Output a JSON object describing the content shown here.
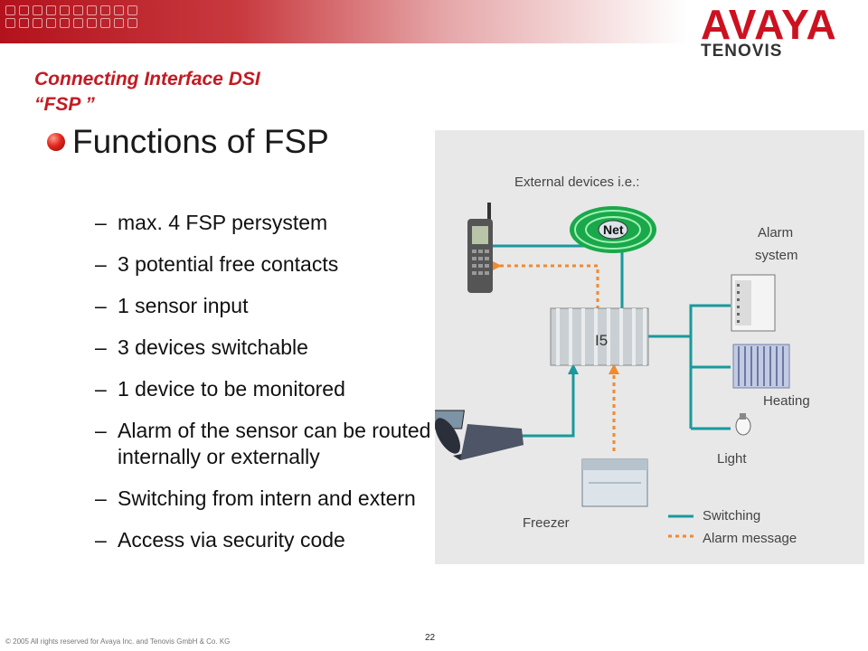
{
  "header": {
    "logo_main": "AVAYA",
    "logo_sub": "TENOVIS",
    "title_line1": "Connecting Interface DSI",
    "title_line2": "“FSP ”"
  },
  "section": {
    "heading": "Functions of FSP",
    "items": [
      "max. 4 FSP persystem",
      "3 potential free contacts",
      "1 sensor input",
      "3 devices switchable",
      "1 device to be monitored",
      "Alarm of the sensor can be routed     internally or externally",
      "Switching from intern and extern",
      "Access via security code"
    ]
  },
  "diagram": {
    "external_label": "External devices i.e.:",
    "net_label": "Net",
    "box_label": "I5",
    "alarm_label_1": "Alarm",
    "alarm_label_2": "system",
    "heating_label": "Heating",
    "light_label": "Light",
    "freezer_label": "Freezer",
    "legend_switching": "Switching",
    "legend_alarm": "Alarm message",
    "colors": {
      "switching": "#19999b",
      "alarm": "#f08a30"
    }
  },
  "footer": {
    "copyright": "© 2005 All rights reserved for Avaya Inc. and Tenovis GmbH & Co. KG",
    "page": "22"
  }
}
